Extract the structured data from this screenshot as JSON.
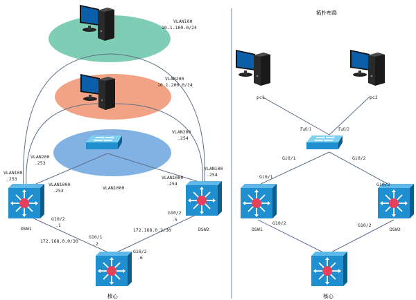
{
  "colors": {
    "vlan100_zone": "#7fcdb5",
    "vlan200_zone": "#f2a386",
    "vlan1000_zone": "#82b2e3",
    "device_blue": "#1f8fd0",
    "device_dark": "#0d5e8f",
    "router_core": "#e8405a",
    "link": "#5a6e88",
    "divider": "#8a9bb0"
  },
  "left": {
    "zones": [
      {
        "id": "vlan100",
        "label": "VLAN100",
        "subnet": "10.1.100.0/24"
      },
      {
        "id": "vlan200",
        "label": "VLAN200",
        "subnet": "10.1.200.0/24"
      },
      {
        "id": "vlan1000",
        "label": "VLAN1000"
      }
    ],
    "labels": {
      "vlan200_254": [
        "VLAN200",
        ".254"
      ],
      "vlan200_253": [
        "VLAN200",
        ".253"
      ],
      "vlan100_253": [
        "VLAN100",
        ".253"
      ],
      "vlan100_254": [
        "VLAN100",
        ".254"
      ],
      "vlan1000_253": [
        "VLAN1000",
        ".253"
      ],
      "vlan1000_254": [
        "VLAN1000",
        ".254"
      ],
      "dsw1_g02": [
        "G10/2",
        ".1"
      ],
      "net1": "172.168.0.0/30",
      "core_g01": [
        "G10/1",
        ".2"
      ],
      "dsw2_g02": [
        "G10/2",
        ".5"
      ],
      "net2": "172.168.0.2/30",
      "core_g02": [
        "G10/2",
        ".6"
      ]
    },
    "devices": {
      "dsw1": "DSW1",
      "dsw2": "DSW2",
      "core": "核心"
    }
  },
  "right": {
    "title": "拓扑布局",
    "devices": {
      "pc1": "pc1",
      "pc2": "pc2",
      "dsw1": "DSW1",
      "dsw2": "DSW2",
      "core": "核心"
    },
    "ports": {
      "sw_fa01": "Fa0/1",
      "sw_fa02": "Fa0/2",
      "sw_gi01": "Gi0/1",
      "sw_gi02": "Gi0/2",
      "dsw1_gi01": "Gi0/1",
      "dsw2_gi02": "Gi0/2",
      "dsw1_g02": "G10/2",
      "dsw2_g02": "G10/2"
    }
  }
}
